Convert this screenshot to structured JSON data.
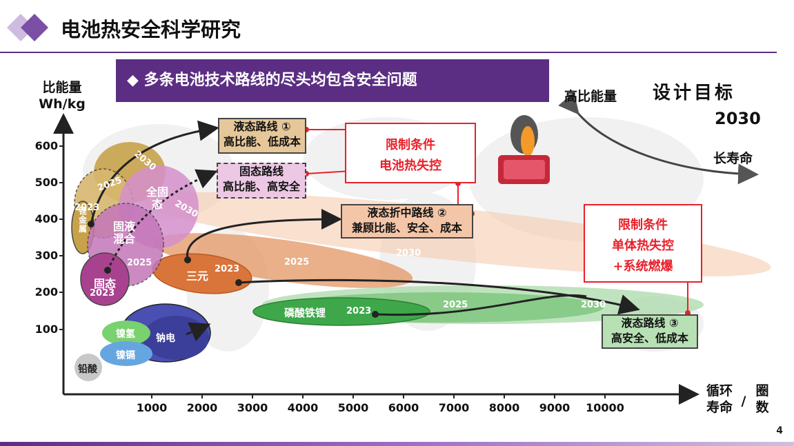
{
  "title": "电池热安全科学研究",
  "banner": "◆ 多条电池技术路线的尽头均包含安全问题",
  "y_axis": {
    "label_line1": "比能量",
    "label_line2": "Wh/kg",
    "ticks": [
      "600",
      "500",
      "400",
      "300",
      "200",
      "100"
    ]
  },
  "x_axis": {
    "label_left": "循环\n寿命",
    "slash": "/",
    "label_right": "圈\n数",
    "ticks": [
      "1000",
      "2000",
      "3000",
      "4000",
      "5000",
      "6000",
      "7000",
      "8000",
      "9000",
      "10000"
    ]
  },
  "route_boxes": {
    "liquid1": {
      "line1": "液态路线 ①",
      "line2": "高比能、低成本"
    },
    "solid": {
      "line1": "固态路线",
      "line2": "高比能、高安全"
    },
    "liquid2": {
      "line1": "液态折中路线 ②",
      "line2": "兼顾比能、安全、成本"
    },
    "liquid3": {
      "line1": "液态路线 ③",
      "line2": "高安全、低成本"
    }
  },
  "constraint1": {
    "title": "限制条件",
    "line1": "电池热失控"
  },
  "constraint2": {
    "title": "限制条件",
    "line1": "单体热失控",
    "line2": "+系统燃爆"
  },
  "design_goal": {
    "title": "设计目标",
    "year": "2030",
    "high_energy": "高比能量",
    "long_life": "长寿命"
  },
  "bubbles": {
    "li_metal": "锂金属",
    "li_metal_2023": "2023",
    "li_metal_2025": "2025",
    "li_metal_2030": "2030",
    "solid_full": "全固态",
    "solid_full_2030": "2030",
    "solid_liquid": "固液混合",
    "solid_liquid_2025": "2025",
    "solid_2023_label": "固态",
    "solid_2023_year": "2023",
    "ternary": "三元",
    "ternary_2023": "2023",
    "ternary_2025": "2025",
    "ternary_2030": "2030",
    "lfp": "磷酸铁锂",
    "lfp_2023": "2023",
    "lfp_2025": "2025",
    "lfp_2030": "2030",
    "nimh": "镍氢",
    "nicd": "镍镉",
    "sodium": "钠电",
    "lead_acid": "铅酸"
  },
  "colors": {
    "banner": "#5b2e83",
    "constraint": "#e8202a",
    "ternary": "#d9743a",
    "lfp": "#3ea74a",
    "solid": "#b85aa8",
    "li_metal": "#c8a24a",
    "sodium": "#4a4fb2"
  },
  "page_number": "4"
}
